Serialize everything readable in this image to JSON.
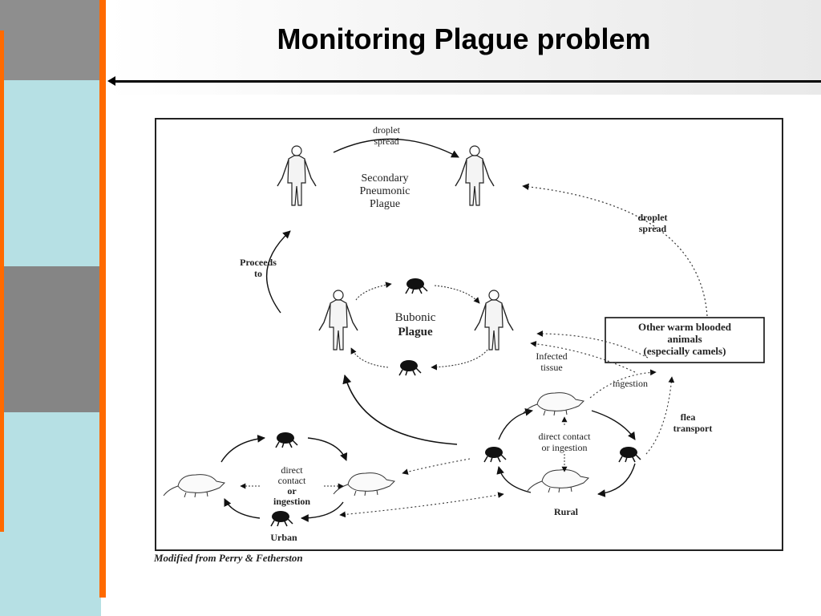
{
  "slide": {
    "title": "Monitoring Plague problem",
    "caption": "Modified from Perry & Fetherston"
  },
  "colors": {
    "accent_orange": "#ff6a00",
    "band_teal": "#b6e0e4",
    "band_gray": "#858585"
  },
  "diagram": {
    "top_arrow_label_1": "droplet",
    "top_arrow_label_2": "spread",
    "secondary_1": "Secondary",
    "secondary_2": "Pneumonic",
    "secondary_3": "Plague",
    "right_label_1": "droplet",
    "right_label_2": "spread",
    "proceeds_1": "Proceeds",
    "proceeds_2": "to",
    "bubonic_1": "Bubonic",
    "bubonic_2": "Plague",
    "box_1": "Other warm blooded",
    "box_2": "animals",
    "box_3": "(especially camels)",
    "infected_1": "Infected",
    "infected_2": "tissue",
    "ingestion": "ingestion",
    "flea_1": "flea",
    "flea_2": "transport",
    "rural_center_1": "direct contact",
    "rural_center_2": "or ingestion",
    "rural": "Rural",
    "urban_center_1": "direct",
    "urban_center_2": "contact",
    "urban_center_3": "or",
    "urban_center_4": "ingestion",
    "urban": "Urban"
  }
}
